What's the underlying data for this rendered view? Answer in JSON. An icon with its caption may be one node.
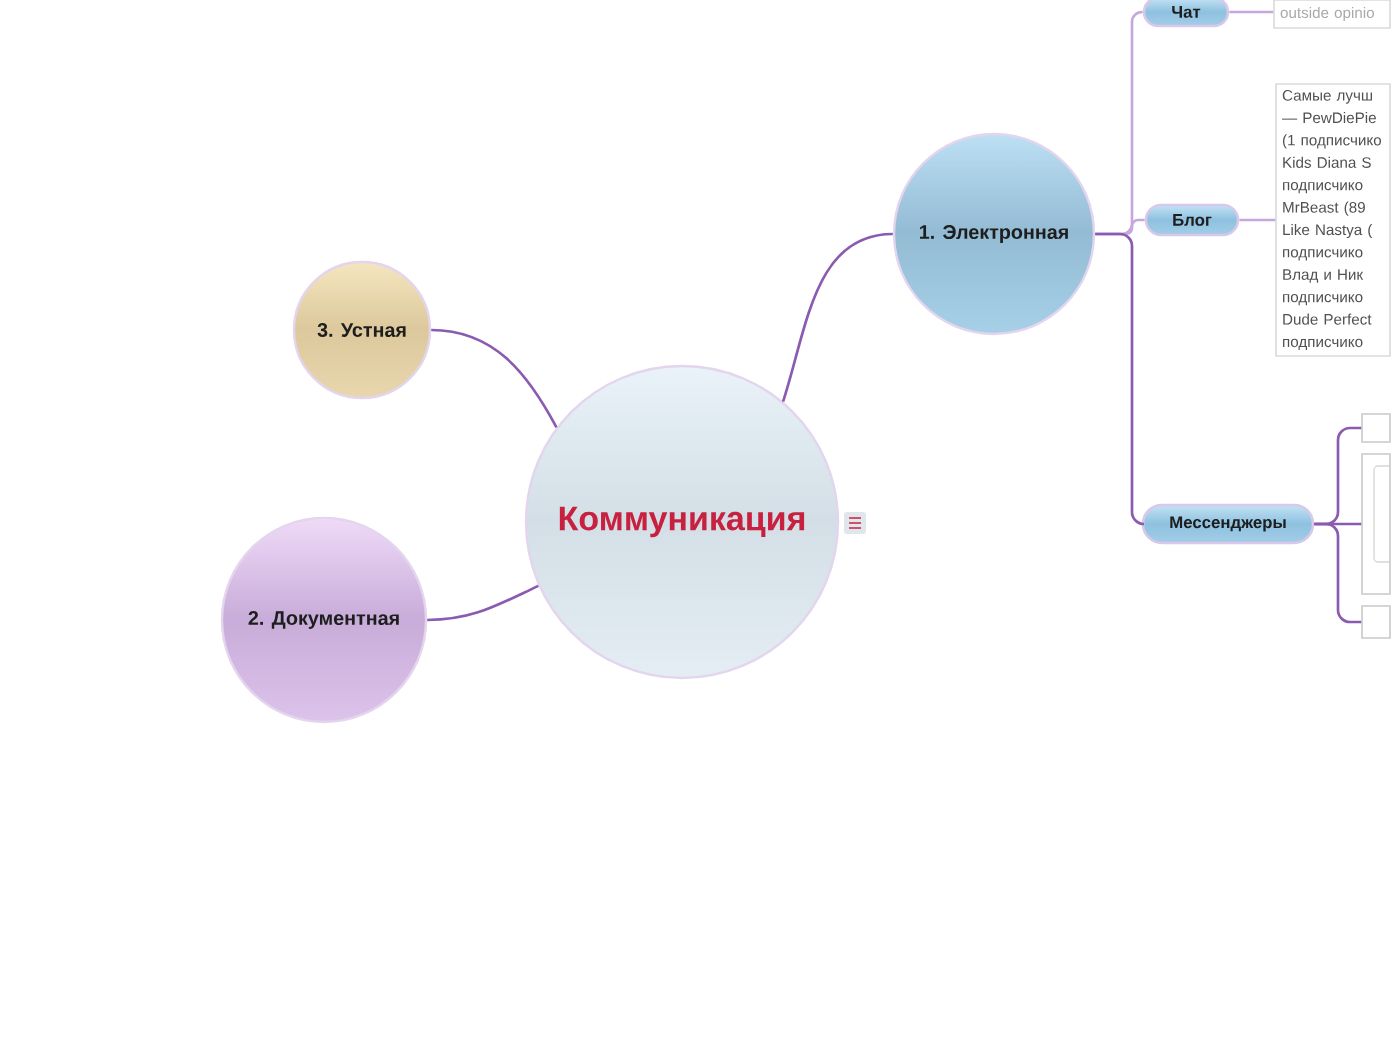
{
  "diagram": {
    "nodes": [
      {
        "text": [
          "Коммуникация"
        ]
      },
      {
        "text": [
          "1. Электронная"
        ]
      },
      {
        "text": [
          "3. Устная"
        ]
      },
      {
        "text": [
          "2. Документная"
        ]
      },
      {
        "text": [
          "Чат"
        ]
      },
      {
        "text": [
          "outside opinio"
        ]
      },
      {
        "text": [
          "Блог"
        ]
      },
      {
        "text": [
          "Самые лучш — PewDiePie (1 подписчико Kids Diana S подписчико MrBeast (89 Like Nastya ( подписчико Влад и Ник подписчико Dude Perfect подписчико"
        ]
      },
      {
        "text": [
          "Мессенджеры"
        ]
      },
      {
        "text": [],
        "shape": "box"
      },
      {
        "text": [],
        "shape": "box"
      },
      {
        "text": [],
        "shape": "box"
      }
    ],
    "edges": [
      {
        "from": 0,
        "to": 1,
        "arrow": "none"
      },
      {
        "from": 0,
        "to": 2,
        "arrow": "none"
      },
      {
        "from": 0,
        "to": 3,
        "arrow": "none"
      },
      {
        "from": 1,
        "to": 4,
        "arrow": "none",
        "color": "#c7a8de"
      },
      {
        "from": 1,
        "to": 6,
        "arrow": "none",
        "color": "#c7a8de"
      },
      {
        "from": 1,
        "to": 8,
        "arrow": "none"
      },
      {
        "from": 4,
        "to": 5,
        "arrow": "none",
        "color": "#c7a8de"
      },
      {
        "from": 6,
        "to": 7,
        "arrow": "none",
        "color": "#c7a8de"
      },
      {
        "from": 8,
        "to": 9,
        "arrow": "none"
      },
      {
        "from": 8,
        "to": 10,
        "arrow": "none"
      },
      {
        "from": 8,
        "to": 11,
        "arrow": "none"
      }
    ]
  }
}
